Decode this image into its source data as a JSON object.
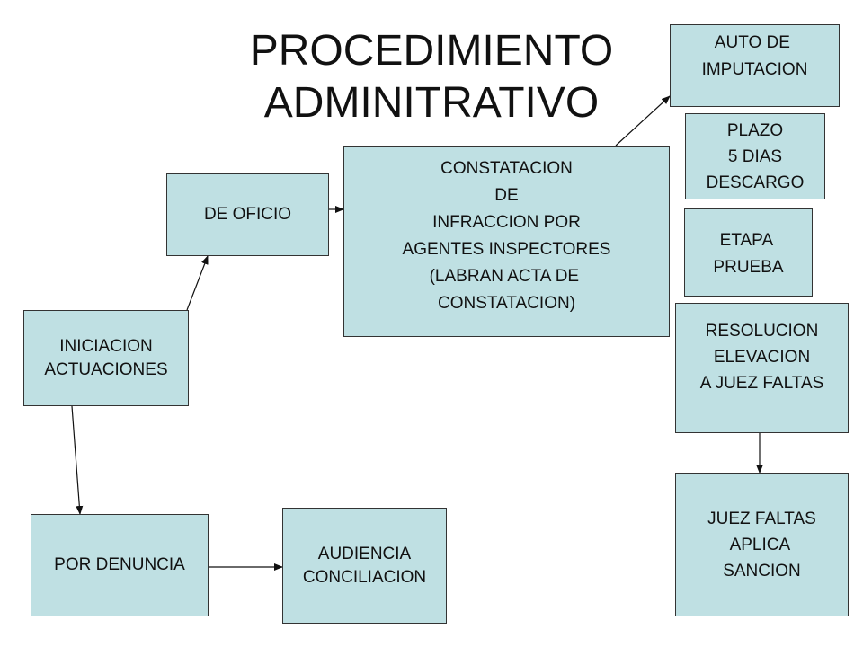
{
  "title": [
    "PROCEDIMIENTO",
    "ADMINITRATIVO"
  ],
  "boxes": {
    "iniciacion": [
      "INICIACION",
      "ACTUACIONES"
    ],
    "de_oficio": [
      "DE OFICIO"
    ],
    "por_denuncia": [
      "POR DENUNCIA"
    ],
    "audiencia": [
      "AUDIENCIA",
      "CONCILIACION"
    ],
    "constatacion": [
      "CONSTATACION",
      "DE",
      "INFRACCION POR",
      "AGENTES INSPECTORES",
      "(LABRAN ACTA DE ",
      "CONSTATACION)"
    ],
    "auto": [
      "AUTO DE ",
      "IMPUTACION"
    ],
    "plazo": [
      "PLAZO",
      "5 DIAS",
      "DESCARGO"
    ],
    "etapa": [
      "ETAPA ",
      "PRUEBA"
    ],
    "resolucion": [
      "RESOLUCION",
      "ELEVACION",
      "A JUEZ FALTAS",
      " "
    ],
    "juez": [
      "JUEZ FALTAS",
      "APLICA ",
      "SANCION"
    ]
  },
  "colors": {
    "box_fill": "#bfe0e3",
    "border": "#333333",
    "arrow": "#111111"
  }
}
